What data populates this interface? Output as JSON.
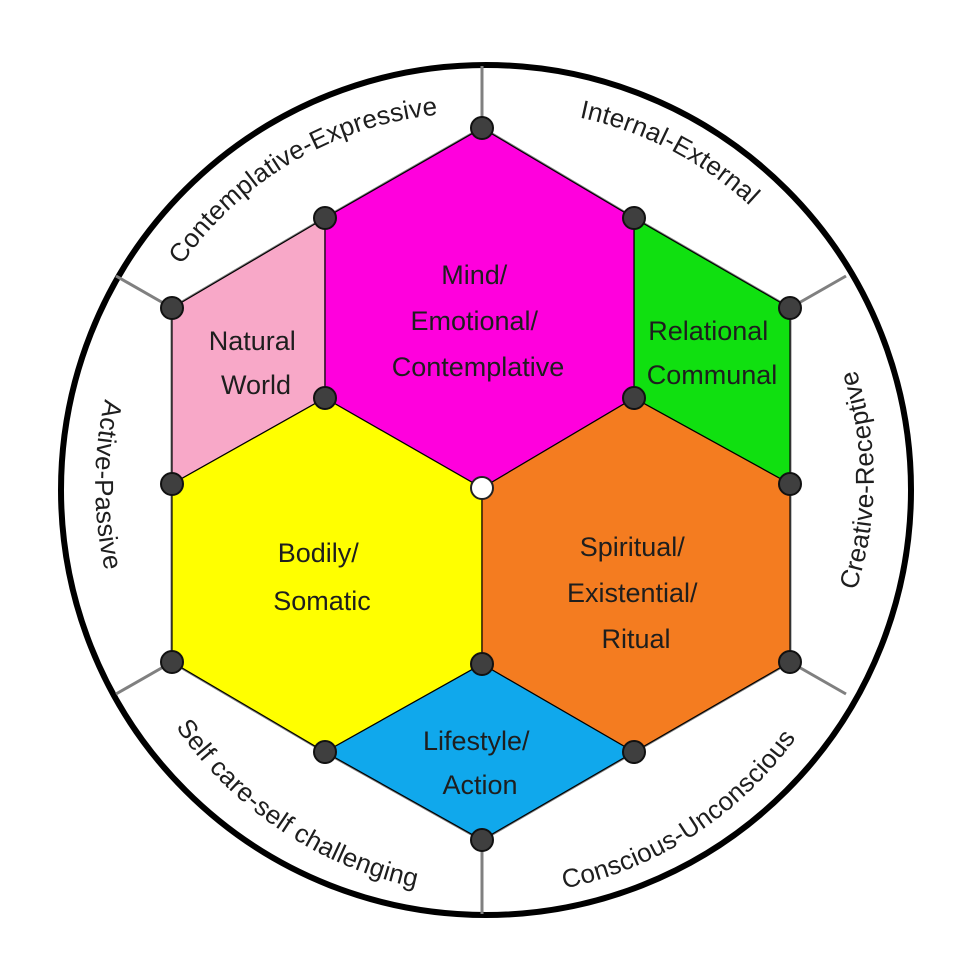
{
  "regions": {
    "mind": {
      "lines": [
        "Mind/",
        "Emotional/",
        "Contemplative"
      ],
      "color": "#ff00dd"
    },
    "relational": {
      "lines": [
        "Relational",
        "Communal"
      ],
      "color": "#10e010"
    },
    "natural": {
      "lines": [
        "Natural",
        "World"
      ],
      "color": "#f8a8c8"
    },
    "bodily": {
      "lines": [
        "Bodily/",
        "Somatic"
      ],
      "color": "#ffff00"
    },
    "spiritual": {
      "lines": [
        "Spiritual/",
        "Existential/",
        "Ritual"
      ],
      "color": "#f47c20"
    },
    "lifestyle": {
      "lines": [
        "Lifestyle/",
        "Action"
      ],
      "color": "#10a8ec"
    }
  },
  "axes": {
    "contemplative_expressive": "Contemplative-Expressive",
    "internal_external": "Internal-External",
    "creative_receptive": "Creative-Receptive",
    "conscious_unconscious": "Conscious-Unconscious",
    "selfcare_selfchallenging": "Self care-self challenging",
    "active_passive": "Active-Passive"
  }
}
